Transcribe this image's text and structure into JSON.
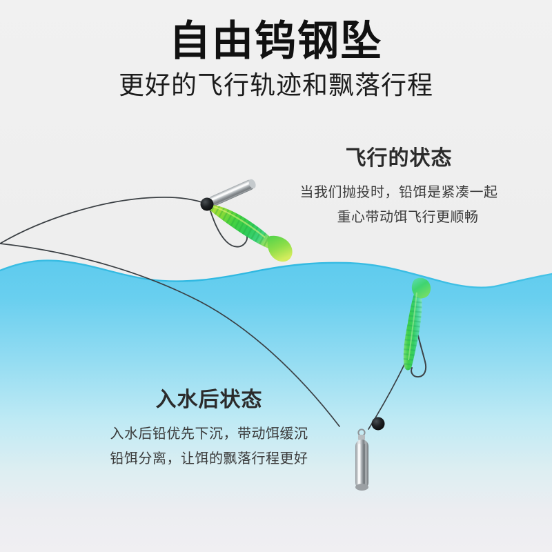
{
  "header": {
    "title": "自由钨钢坠",
    "subtitle": "更好的飞行轨迹和飘落行程"
  },
  "callouts": {
    "flight": {
      "heading": "飞行的状态",
      "line1": "当我们抛投时，铅饵是紧凑一起",
      "line2": "重心带动饵飞行更顺畅"
    },
    "sink": {
      "heading": "入水后状态",
      "line1": "入水后铅优先下沉，带动饵缓沉",
      "line2": "铅饵分离，让饵的飘落行程更好"
    }
  },
  "scene": {
    "water_label": "water-surface",
    "flight_lure_label": "flying-soft-lure",
    "flight_weight_label": "flying-tungsten-weight",
    "sinking_lure_label": "sinking-soft-lure",
    "sinking_weight_label": "sinking-tungsten-weight",
    "line_label": "fishing-line",
    "knot_label": "line-knot-bead"
  },
  "colors": {
    "background": "#f0f0f0",
    "water_top": "#5ecbee",
    "water_mid": "#a8e2f4",
    "water_bottom": "#eeedf1",
    "water_edge": "#2bb6e0",
    "lure_green": "#3ad13f",
    "lure_yellow": "#c8e84a",
    "lure_cyan": "#4fd6b0",
    "metal_light": "#e9ebec",
    "metal_dark": "#6e7478",
    "line_dark": "#2f3336",
    "title_text": "#111111",
    "heading_text": "#2b2b2b",
    "body_text": "#3a3a3a"
  }
}
